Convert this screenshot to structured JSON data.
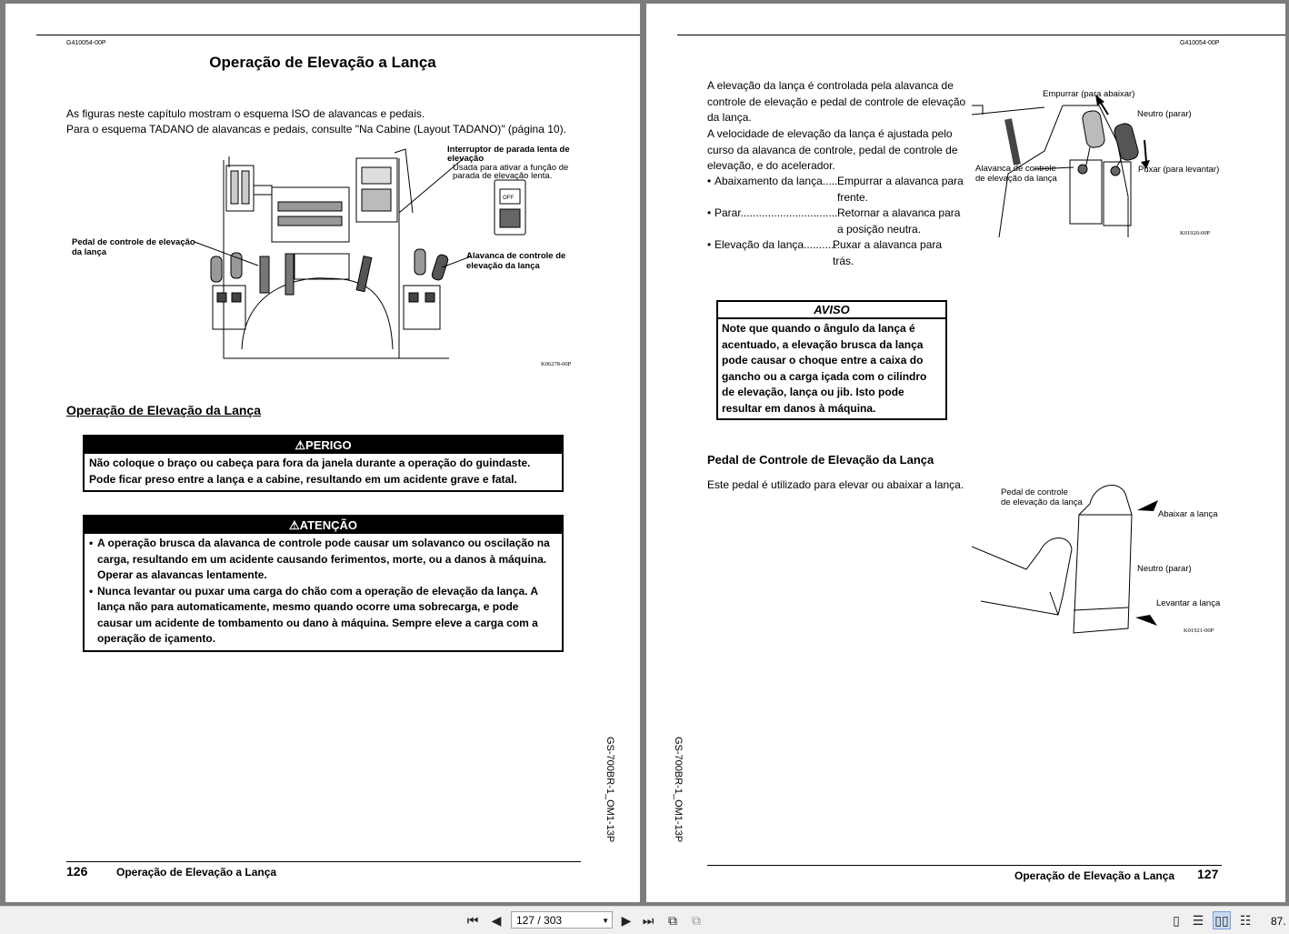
{
  "left_page": {
    "code": "G410054-00P",
    "title": "Operação de Elevação a Lança",
    "intro_line1": "As figuras neste capítulo mostram o esquema ISO de alavancas e pedais.",
    "intro_line2": "Para o esquema TADANO de alavancas e pedais, consulte \"Na Cabine (Layout TADANO)\" (página 10).",
    "figure": {
      "callout_switch_bold_1": "Interruptor de parada lenta de",
      "callout_switch_bold_2": "elevação",
      "callout_switch_1": "Usada para ativar a função de",
      "callout_switch_2": "parada de elevação lenta.",
      "callout_pedal_1": "Pedal de controle de elevação",
      "callout_pedal_2": "da lança",
      "callout_lever_1": "Alavanca de controle de",
      "callout_lever_2": "elevação da lança",
      "switch_label": "OFF",
      "figure_id": "K06278-00P"
    },
    "section_title": "Operação de Elevação da Lança",
    "danger": {
      "heading": "PERIGO",
      "text": "Não coloque o braço ou cabeça para fora da janela durante a operação do guindaste. Pode ficar preso entre a lança e a cabine, resultando em um acidente grave e fatal."
    },
    "caution": {
      "heading": "ATENÇÃO",
      "items": [
        "A operação brusca da alavanca de controle pode causar um solavanco ou oscilação na carga, resultando em um acidente causando ferimentos, morte, ou a danos à máquina. Operar as alavancas lentamente.",
        "Nunca levantar ou puxar uma carga do chão com a operação de elevação da lança. A lança não para automaticamente, mesmo quando ocorre uma sobrecarga, e pode causar um acidente de tombamento ou dano à máquina. Sempre eleve a carga com a operação de içamento."
      ]
    },
    "side_code": "GS-700BR-1_OM1-13P",
    "page_number": "126",
    "footer_title": "Operação de Elevação a Lança"
  },
  "right_page": {
    "code": "G410054-00P",
    "para1": "A elevação da lança é controlada pela alavanca de controle de elevação e pedal de controle de elevação da lança.",
    "para2": "A velocidade de elevação da lança é ajustada pelo curso da alavanca de controle, pedal de controle de elevação, e do acelerador.",
    "list": [
      {
        "term": "Abaixamento da lança......",
        "desc1": "Empurrar a alavanca para",
        "desc2": "frente."
      },
      {
        "term": "Parar.....................................",
        "desc1": "Retornar a alavanca para",
        "desc2": "a posição neutra."
      },
      {
        "term": "Elevação da lança............",
        "desc1": "Puxar a alavanca para",
        "desc2": "trás."
      }
    ],
    "lever_figure": {
      "push": "Empurrar (para abaixar)",
      "neutral": "Neutro (parar)",
      "lever_1": "Alavanca de controle",
      "lever_2": "de elevação da lança",
      "pull": "Puxar (para levantar)",
      "figure_id": "K01920-00P"
    },
    "notice": {
      "heading": "AVISO",
      "text": "Note que quando o ângulo da lança é acentuado, a elevação brusca da lança pode causar o choque entre a caixa do gancho ou a carga içada com o cilindro de elevação, lança ou jib. Isto pode resultar em danos à máquina."
    },
    "pedal_section_title": "Pedal de Controle de Elevação da Lança",
    "pedal_text": "Este pedal é utilizado para elevar ou abaixar a lança.",
    "pedal_figure": {
      "pedal_1": "Pedal de controle",
      "pedal_2": "de elevação da lança",
      "lower": "Abaixar a lança",
      "neutral": "Neutro (parar)",
      "raise": "Levantar a lança",
      "figure_id": "K01921-00P"
    },
    "side_code": "GS-700BR-1_OM1-13P",
    "page_number": "127",
    "footer_title": "Operação de Elevação a Lança"
  },
  "toolbar": {
    "page_indicator": "127 / 303",
    "zoom": "87."
  }
}
